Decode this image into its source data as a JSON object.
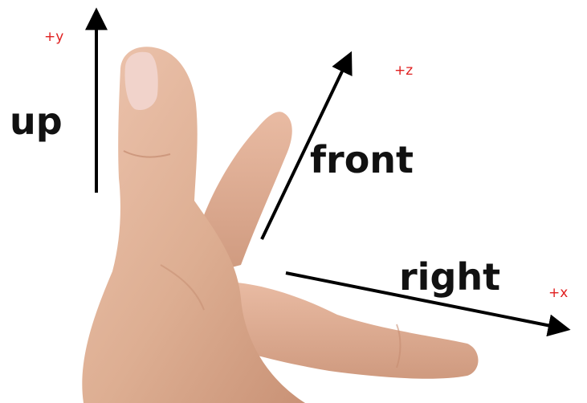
{
  "axes": {
    "up": {
      "word": "up",
      "sign": "+y"
    },
    "front": {
      "word": "front",
      "sign": "+z"
    },
    "right": {
      "word": "right",
      "sign": "+x"
    }
  },
  "colors": {
    "arrow": "#000000",
    "sign_text": "#e02020",
    "word_text": "#111111",
    "skin": "#e2b59b",
    "skin_shadow": "#c98e72",
    "nail": "#f1d3cb"
  }
}
